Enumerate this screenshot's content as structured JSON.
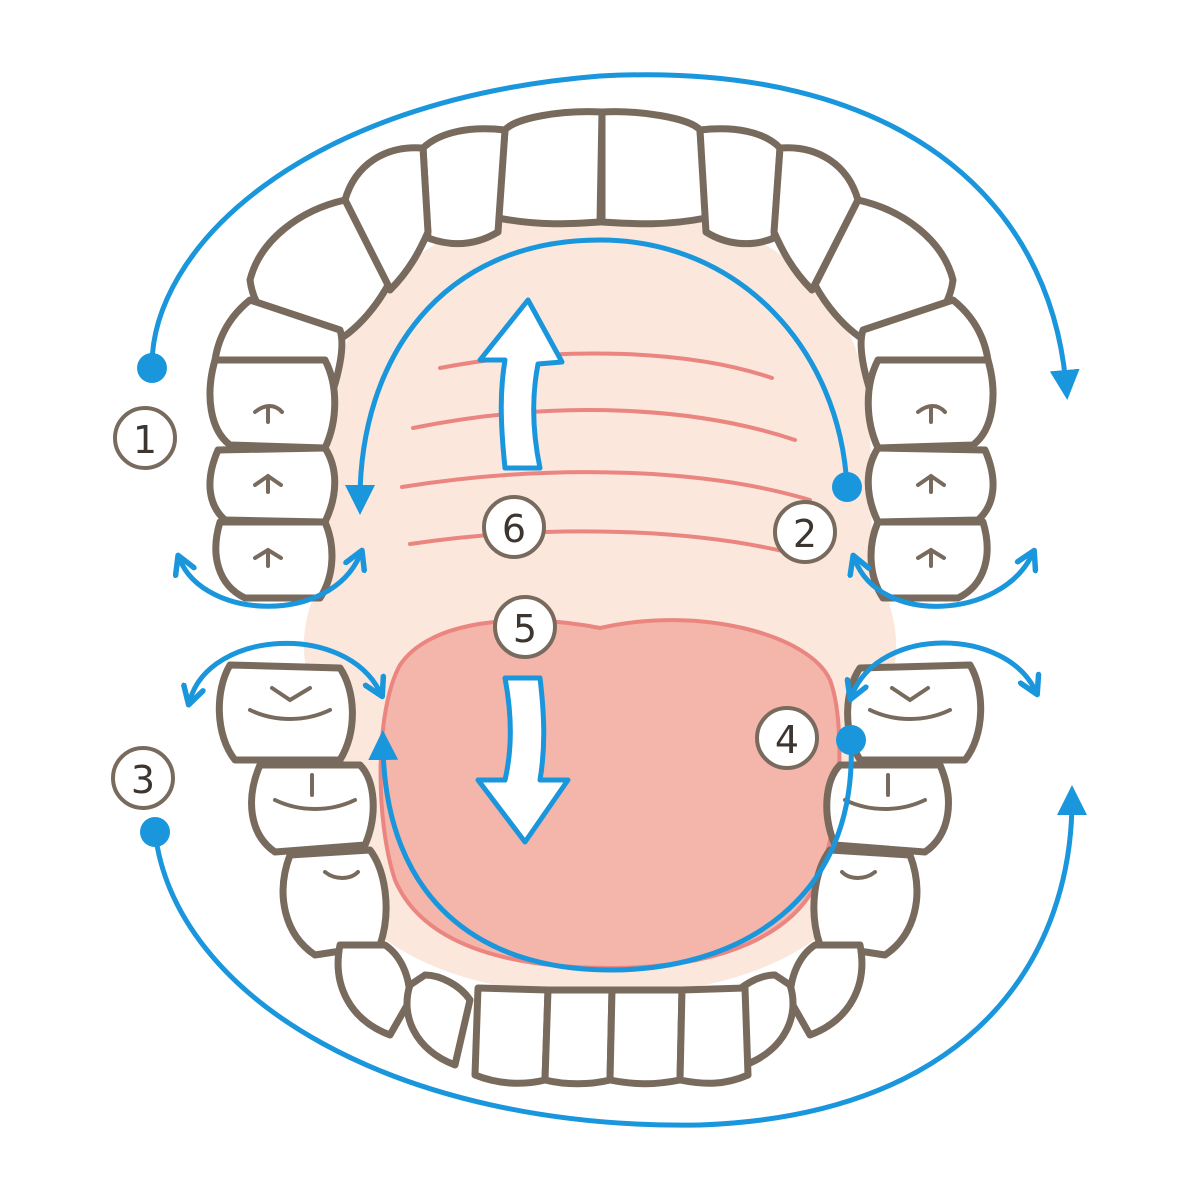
{
  "diagram": {
    "steps": [
      {
        "id": "1",
        "label": "①"
      },
      {
        "id": "2",
        "label": "②"
      },
      {
        "id": "3",
        "label": "③"
      },
      {
        "id": "4",
        "label": "④"
      },
      {
        "id": "5",
        "label": "⑤"
      },
      {
        "id": "6",
        "label": "⑥"
      }
    ],
    "colors": {
      "arrow": "#1a96dc",
      "tooth_outline": "#786b5e",
      "tooth_fill": "#ffffff",
      "mouth": "#fbe7dc",
      "tongue": "#f4b5aa",
      "palate_line": "#ea8580",
      "white_arrow_outline": "#1a96dc"
    }
  }
}
